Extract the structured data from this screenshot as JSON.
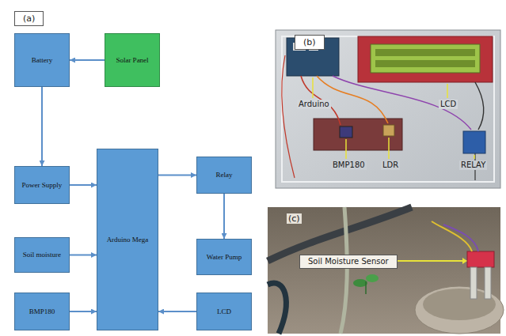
{
  "diagram": {
    "nodes": [
      {
        "text": [
          "Battery"
        ]
      },
      {
        "text": [
          "Solar Panel"
        ]
      },
      {
        "text": [
          "Power Supply"
        ]
      },
      {
        "text": [
          "Arduino Mega"
        ]
      },
      {
        "text": [
          "Relay"
        ]
      },
      {
        "text": [
          "Soil moisture"
        ]
      },
      {
        "text": [
          "Water Pump"
        ]
      },
      {
        "text": [
          "BMP180"
        ]
      },
      {
        "text": [
          "LCD"
        ]
      }
    ],
    "edges": [
      {
        "from": 1,
        "to": 0,
        "arrow": "to"
      },
      {
        "from": 0,
        "to": 2,
        "arrow": "to"
      },
      {
        "from": 2,
        "to": 3,
        "arrow": "to"
      },
      {
        "from": 5,
        "to": 3,
        "arrow": "to"
      },
      {
        "from": 7,
        "to": 3,
        "arrow": "to"
      },
      {
        "from": 3,
        "to": 4,
        "arrow": "to"
      },
      {
        "from": 4,
        "to": 6,
        "arrow": "to"
      },
      {
        "from": 8,
        "to": 3,
        "arrow": "to"
      }
    ],
    "labels": [
      "(a)",
      "(b)",
      "Arduino",
      "LCD",
      "BMP180",
      "LDR",
      "RELAY",
      "(c)",
      "Soil Moisture Sensor"
    ]
  }
}
